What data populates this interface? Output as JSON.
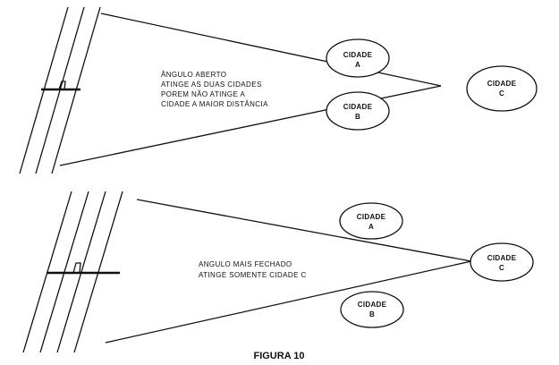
{
  "diagram_top": {
    "annotation": [
      "ÂNGULO ABERTO",
      "ATINGE AS DUAS CIDADES",
      "POREM NÃO ATINGE A",
      "CIDADE A MAIOR DISTÂNCIA"
    ],
    "cities": [
      {
        "line1": "CIDADE",
        "line2": "A"
      },
      {
        "line1": "CIDADE",
        "line2": "B"
      },
      {
        "line1": "CIDADE",
        "line2": "C"
      }
    ]
  },
  "diagram_bottom": {
    "annotation": [
      "ANGULO MAIS FECHADO",
      "ATINGE SOMENTE CIDADE C"
    ],
    "cities": [
      {
        "line1": "CIDADE",
        "line2": "A"
      },
      {
        "line1": "CIDADE",
        "line2": "C"
      },
      {
        "line1": "CIDADE",
        "line2": "B"
      }
    ]
  },
  "caption": "FIGURA 10"
}
